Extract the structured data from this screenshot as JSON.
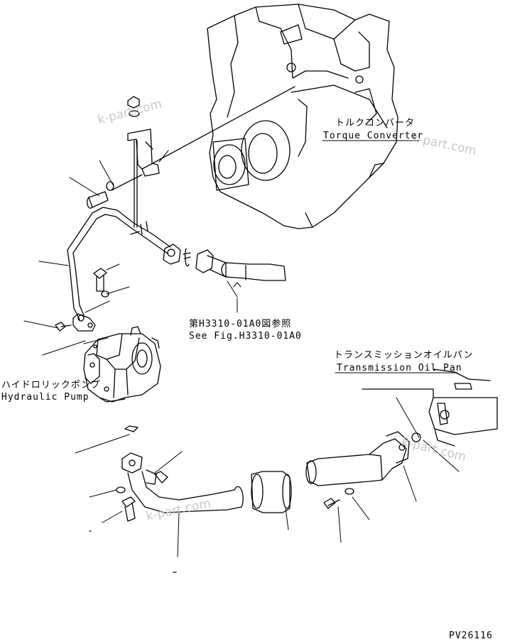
{
  "labels": {
    "torque_converter_jp": "トルクコンバータ",
    "torque_converter_en": "Torque Converter",
    "see_fig_jp": "第H3310-01A0図参照",
    "see_fig_en": "See Fig.H3310-01A0",
    "trans_oil_pan_jp": "トランスミッションオイルパン",
    "trans_oil_pan_en": "Transmission Oil Pan",
    "hydraulic_pump_jp": "ハイドロリックポンプ",
    "hydraulic_pump_en": "Hydraulic Pump",
    "figure_code": "PV26116"
  },
  "watermarks": [
    "k-part.com",
    "k-part.com",
    "k-part.com",
    "k-part.com"
  ]
}
